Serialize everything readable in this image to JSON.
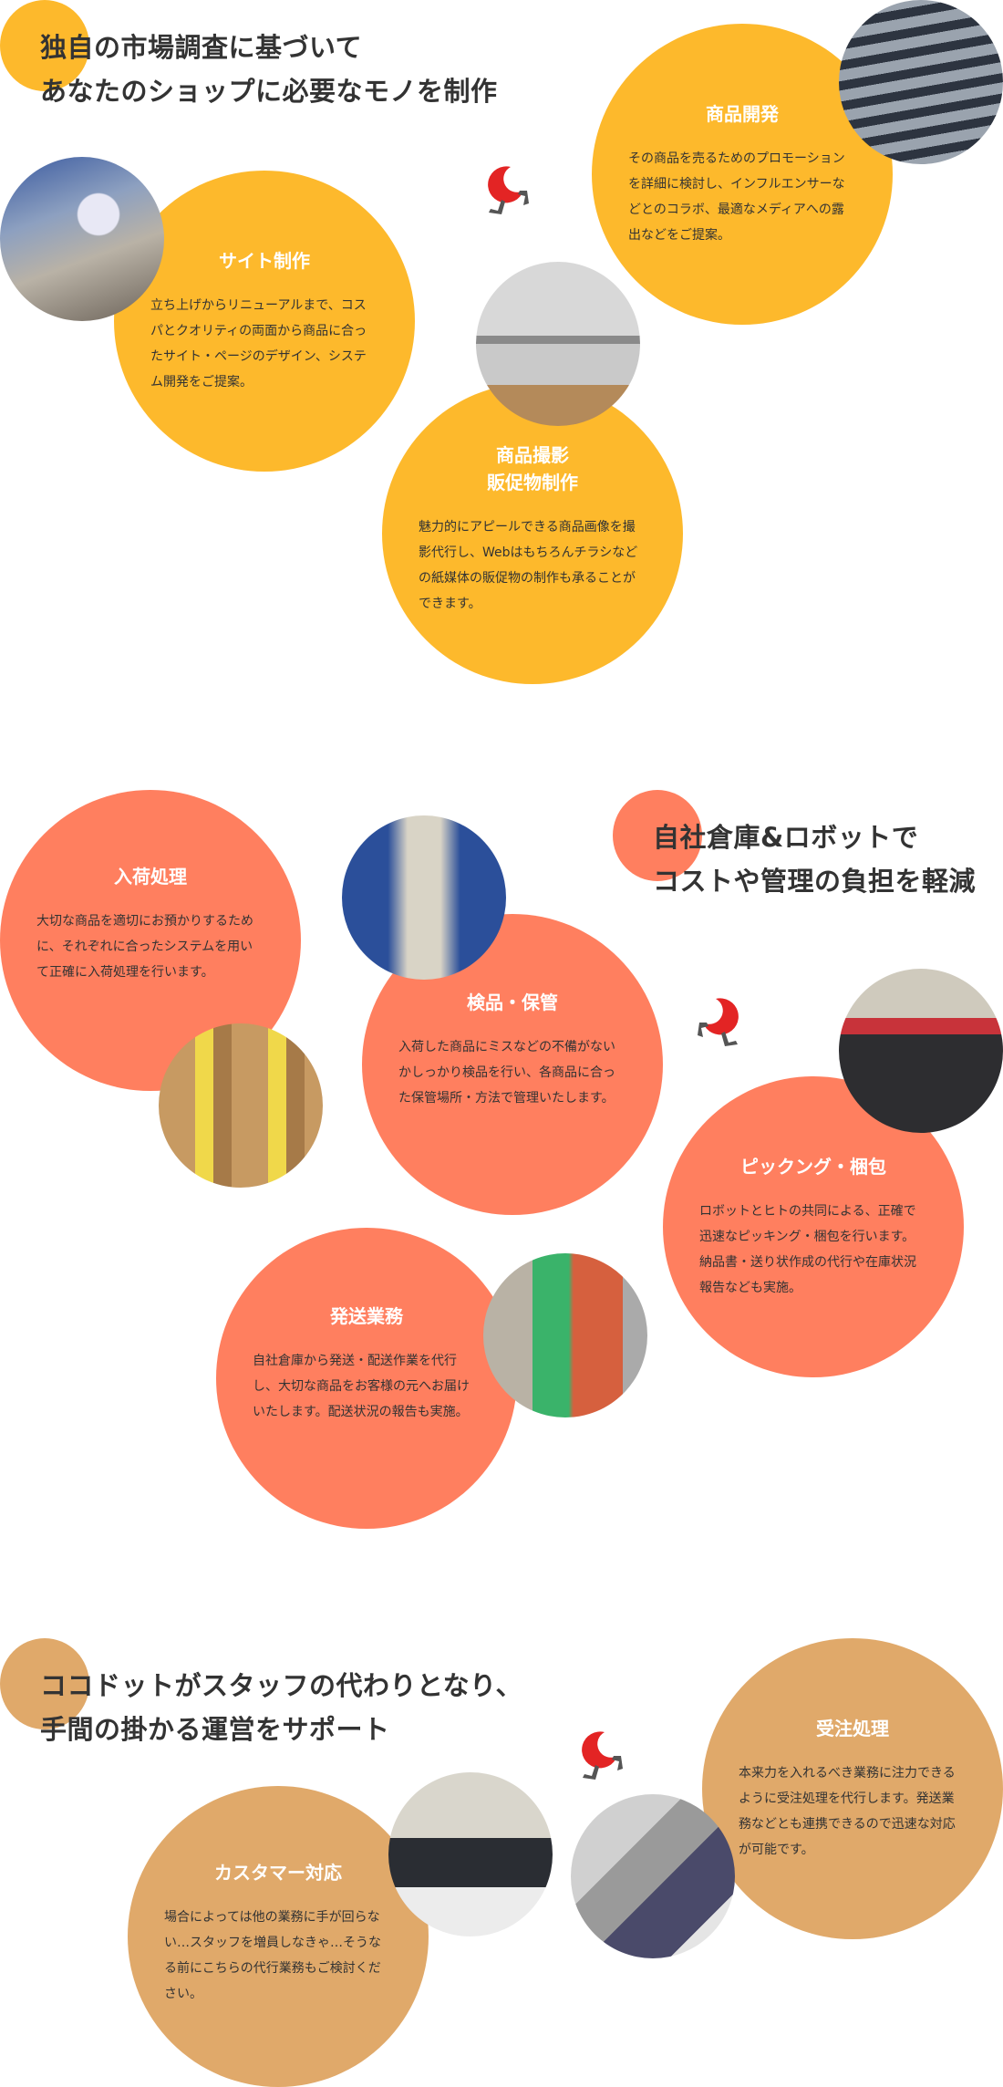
{
  "section1": {
    "heading": [
      "独自の市場調査に基づいて",
      "あなたのショップに必要なモノを制作"
    ],
    "color": "#FDB92C",
    "items": [
      {
        "title": "サイト制作",
        "body": "立ち上げからリニューアルまで、コスパとクオリティの両面から商品に合ったサイト・ページのデザイン、システム開発をご提案。",
        "photo": "office-monitors-photo"
      },
      {
        "title": "商品開発",
        "body": "その商品を売るためのプロモーションを詳細に検討し、インフルエンサーなどとのコラボ、最適なメディアへの露出などをご提案。",
        "photo": "warehouse-shelves-photo"
      },
      {
        "title": "商品撮影\n販促物制作",
        "body": "魅力的にアピールできる商品画像を撮影代行し、Webはもちろんチラシなどの紙媒体の販促物の制作も承ることができます。",
        "photo": "photo-studio-photo"
      }
    ]
  },
  "section2": {
    "heading": [
      "自社倉庫&ロボットで",
      "コストや管理の負担を軽減"
    ],
    "color": "#FF7F5F",
    "items": [
      {
        "title": "入荷処理",
        "body": "大切な商品を適切にお預かりするために、それぞれに合ったシステムを用いて正確に入荷処理を行います。",
        "photo": "numbered-boxes-photo"
      },
      {
        "title": "検品・保管",
        "body": "入荷した商品にミスなどの不備がないかしっかり検品を行い、各商品に合った保管場所・方法で管理いたします。",
        "photo": "warehouse-aisle-photo"
      },
      {
        "title": "ピックング・梱包",
        "body": "ロボットとヒトの共同による、正確で迅速なピッキング・梱包を行います。納品書・送り状作成の代行や在庫状況報告なども実施。",
        "photo": "robot-floor-photo"
      },
      {
        "title": "発送業務",
        "body": "自社倉庫から発送・配送作業を代行し、大切な商品をお客様の元へお届けいたします。配送状況の報告も実施。",
        "photo": "forklift-photo"
      }
    ]
  },
  "section3": {
    "heading": [
      "ココドットがスタッフの代わりとなり、",
      "手間の掛かる運営をサポート"
    ],
    "color": "#E0A96A",
    "items": [
      {
        "title": "受注処理",
        "body": "本来力を入れるべき業務に注力できるように受注処理を代行します。発送業務などとも連携できるので迅速な対応が可能です。",
        "photo": "conveyor-photo"
      },
      {
        "title": "カスタマー対応",
        "body": "場合によっては他の業務に手が回らない…スタッフを増員しなきゃ…そうなる前にこちらの代行業務もご検討ください。",
        "photo": "office-floor-photo"
      }
    ]
  },
  "logo_colors": {
    "red": "#E32424",
    "grey": "#555555"
  }
}
